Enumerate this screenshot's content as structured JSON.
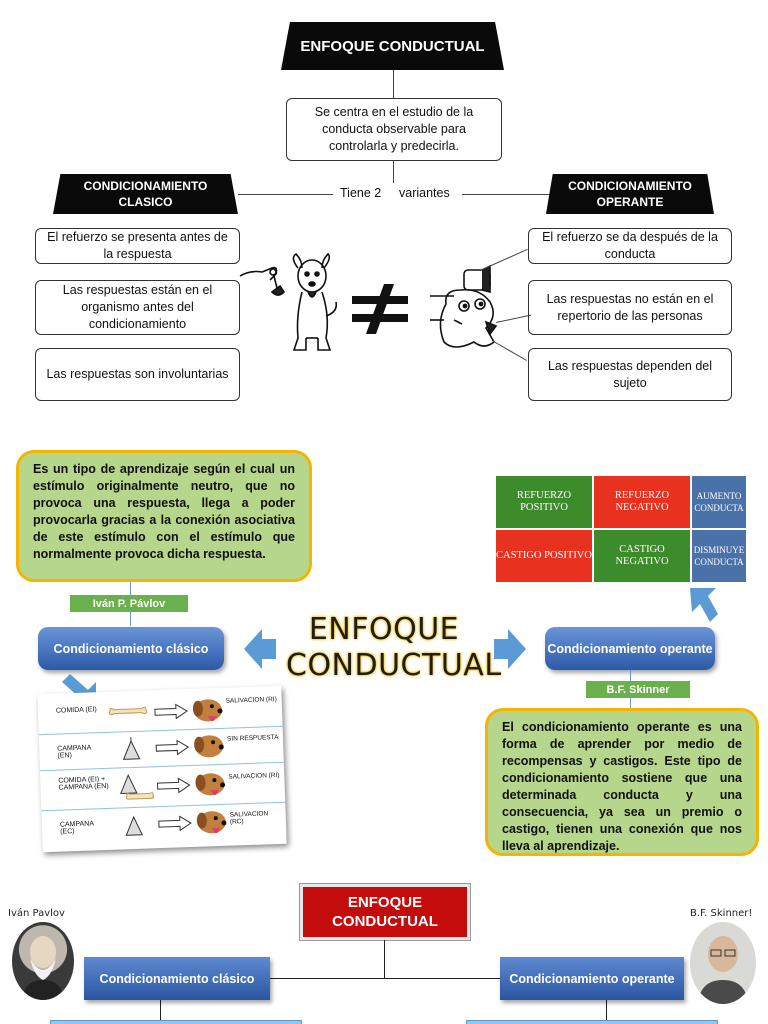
{
  "s1": {
    "title": "ENFOQUE CONDUCTUAL",
    "definition": "Se centra en el estudio de la conducta observable para controlarla y predecirla.",
    "connector_left": "Tiene 2",
    "connector_right": "variantes",
    "left_head": "CONDICIONAMIENTO CLASICO",
    "right_head": "CONDICIONAMIENTO OPERANTE",
    "left_items": [
      "El refuerzo se presenta antes de la respuesta",
      "Las respuestas están en el organismo antes del condicionamiento",
      "Las respuestas son involuntarias"
    ],
    "right_items": [
      "El refuerzo se da después de la conducta",
      "Las respuestas no están en el repertorio de las personas",
      "Las respuestas dependen del sujeto"
    ]
  },
  "s2": {
    "pavlov_def": "Es un tipo de aprendizaje según el cual un estímulo originalmente neutro, que no provoca una respuesta, llega a poder provocarla gracias a la conexión asociativa de este estímulo con el estímulo que normalmente provoca dicha respuesta.",
    "pavlov_tag": "Iván P. Pávlov",
    "classic_btn": "Condicionamiento clásico",
    "title_line1": "ENFOQUE",
    "title_line2": "CONDUCTUAL",
    "operant_btn": "Condicionamiento operante",
    "skinner_tag": "B.F. Skinner",
    "skinner_def": "El condicionamiento operante es una forma de aprender por medio de recompensas y castigos. Este tipo de condicionamiento sostiene que una determinada conducta y una consecuencia, ya sea un premio o castigo, tienen una conexión que nos lleva al aprendizaje.",
    "matrix": [
      {
        "label": "REFUERZO POSITIVO",
        "color": "#3c8c2c"
      },
      {
        "label": "REFUERZO NEGATIVO",
        "color": "#e8311f"
      },
      {
        "label": "AUMENTO CONDUCTA",
        "color": "#4a72a8"
      },
      {
        "label": "CASTIGO POSITIVO",
        "color": "#e8311f"
      },
      {
        "label": "CASTIGO NEGATIVO",
        "color": "#3c8c2c"
      },
      {
        "label": "DISMINUYE CONDUCTA",
        "color": "#4a72a8"
      }
    ],
    "pavlov_diagram": {
      "rows": [
        {
          "left": "COMIDA (EI)",
          "right": "SALIVACION (RI)"
        },
        {
          "left": "CAMPANA (EN)",
          "right": "SIN RESPUESTA"
        },
        {
          "left": "COMIDA (EI) + CAMPANA (EN)",
          "right": "SALIVACION (RI)"
        },
        {
          "left": "CAMPANA (EC)",
          "right": "SALIVACION (RC)"
        }
      ]
    }
  },
  "s3": {
    "title": "ENFOQUE CONDUCTUAL",
    "pavlov_name": "Iván Pavlov",
    "skinner_name": "B.F. Skinner!",
    "classic_btn": "Condicionamiento clásico",
    "operant_btn": "Condicionamiento operante"
  },
  "colors": {
    "head_black": "#0a0a0a",
    "green_box": "#b5d68b",
    "gold_border": "#f4b400",
    "blue_button": "#2c5aa8",
    "arrow_blue": "#5b9bd5",
    "red_head": "#c40c0c"
  }
}
